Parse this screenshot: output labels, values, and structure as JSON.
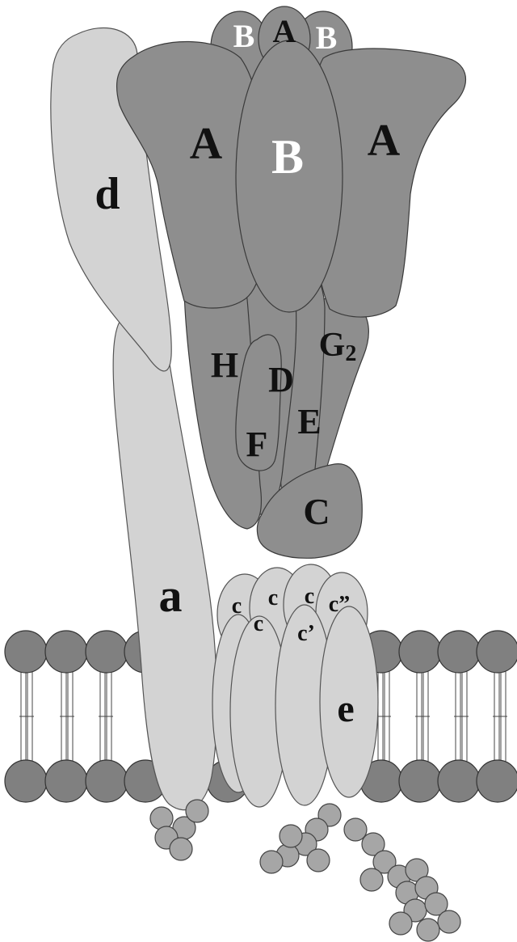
{
  "colors": {
    "dark_subunit": "#8e8e8e",
    "light_subunit": "#d3d3d3",
    "lipid_head": "#808080",
    "lipid_tail": "#ffffff",
    "carbohydrate": "#a6a6a6",
    "label_dark": "#111111",
    "label_light": "#ffffff"
  },
  "labels": {
    "a_top_center": "A",
    "b_top_left": "B",
    "b_top_right": "B",
    "a_left": "A",
    "b_center": "B",
    "a_right": "A",
    "d": "d",
    "h": "H",
    "g2": "G",
    "g2_subscript": "2",
    "d_upper": "D",
    "e_upper": "E",
    "f_upper": "F",
    "c_upper": "C",
    "a_lower": "a",
    "c1": "c",
    "c2": "c",
    "c3": "c",
    "c4": "c”",
    "c5": "c",
    "c6": "c’",
    "e_lower": "e"
  }
}
